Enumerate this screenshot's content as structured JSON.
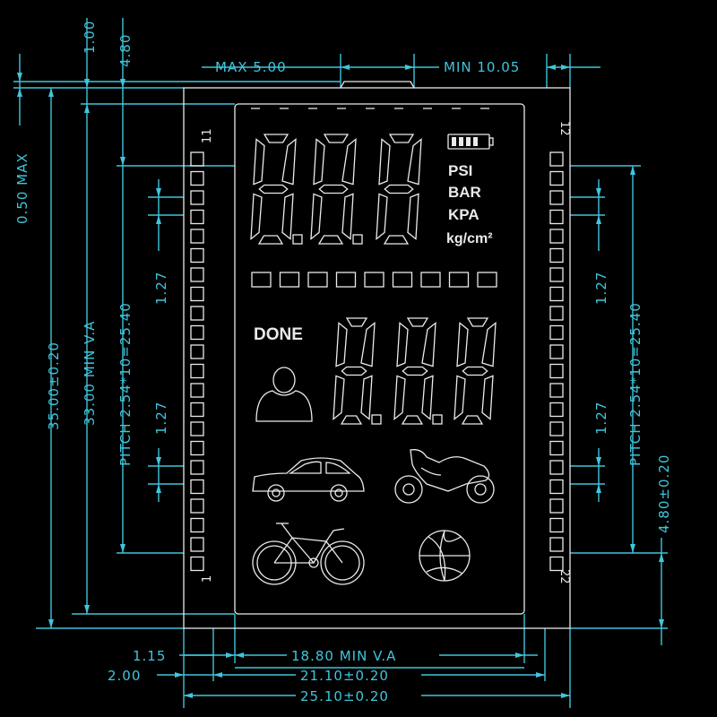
{
  "dimensions": {
    "top_max": "MAX 5.00",
    "top_min": "MIN 10.05",
    "left_100": "1.00",
    "left_480": "4.80",
    "left_050": "0.50 MAX",
    "left_3500": "35.00±0.20",
    "left_3300": "33.00 MIN V.A",
    "left_pitch": "PITCH 2.54*10=25.40",
    "left_127_top": "1.27",
    "left_127_bottom": "1.27",
    "right_127_top": "1.27",
    "right_127_bottom": "1.27",
    "right_pitch": "PITCH 2.54*10=25.40",
    "right_480": "4.80±0.20",
    "bottom_115": "1.15",
    "bottom_200": "2.00",
    "bottom_1880": "18.80 MIN V.A",
    "bottom_2110": "21.10±0.20",
    "bottom_2510": "25.10±0.20"
  },
  "pins": {
    "top_left": "11",
    "bottom_left": "1",
    "top_right": "12",
    "bottom_right": "22"
  },
  "segments": {
    "top_digits": "8.8.8",
    "bottom_digits": "8.8.8",
    "units": [
      "PSI",
      "BAR",
      "KPA",
      "kg/cm²"
    ],
    "done_label": "DONE"
  },
  "icons": [
    "battery-icon",
    "person-icon",
    "car-icon",
    "motorcycle-icon",
    "bicycle-icon",
    "ball-icon"
  ],
  "colors": {
    "dimension": "#3fc6dc",
    "segment": "#eaeaea",
    "background": "#000000"
  }
}
